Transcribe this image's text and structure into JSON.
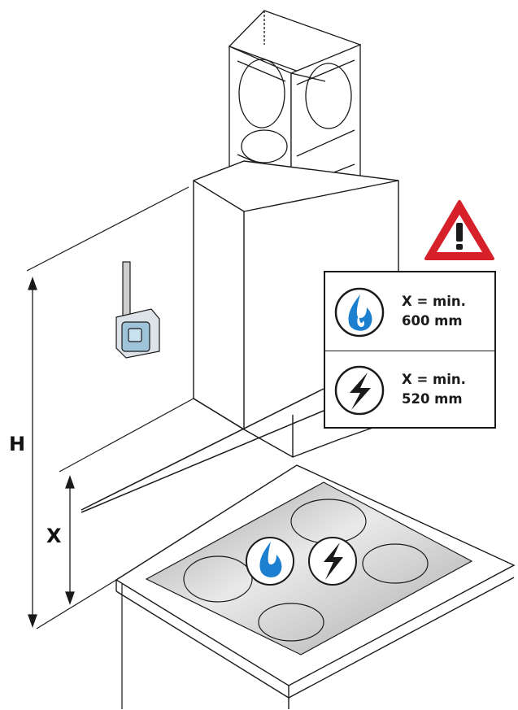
{
  "dimensions": {
    "h_label": "H",
    "x_label": "X"
  },
  "info_panel": {
    "gas": {
      "icon": "gas-flame-icon",
      "line1": "X = min.",
      "line2": "600 mm"
    },
    "electric": {
      "icon": "lightning-bolt-icon",
      "line1": "X = min.",
      "line2": "520 mm"
    }
  },
  "warning_icon": "warning-triangle-icon",
  "colors": {
    "warning_red": "#d6202a",
    "flame_blue": "#1d7fd0",
    "outline": "#1a1a1a",
    "hob_grey": "#b9b9b9"
  }
}
